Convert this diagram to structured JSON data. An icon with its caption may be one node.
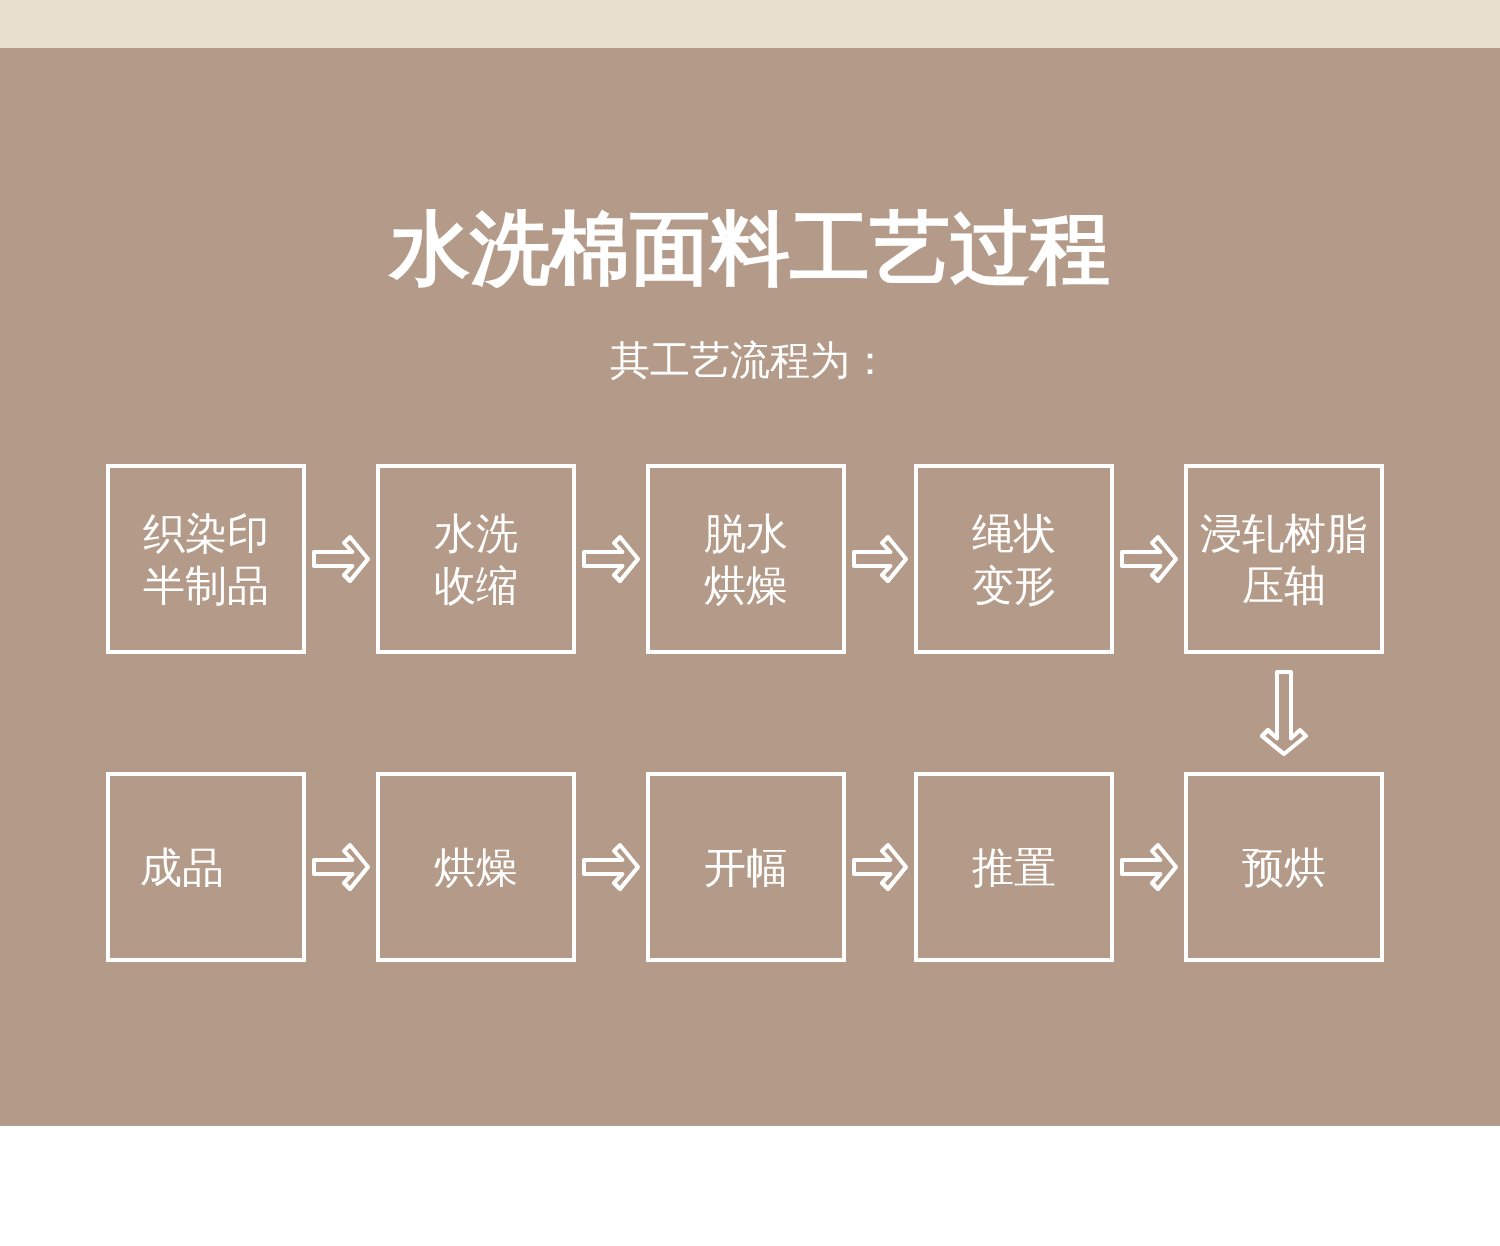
{
  "diagram": {
    "title": "水洗棉面料工艺过程",
    "nodes": [
      {
        "text": [
          "织染印半制品"
        ]
      },
      {
        "text": [
          "水洗收缩"
        ]
      },
      {
        "text": [
          "脱水烘燥"
        ]
      },
      {
        "text": [
          "绳状变形"
        ]
      },
      {
        "text": [
          "浸轧树脂压轴"
        ]
      },
      {
        "text": [
          "成品"
        ]
      },
      {
        "text": [
          "烘燥"
        ]
      },
      {
        "text": [
          "开幅"
        ]
      },
      {
        "text": [
          "推置"
        ]
      },
      {
        "text": [
          "预烘"
        ]
      }
    ],
    "edges": [
      {
        "from": 0,
        "to": 1,
        "arrow": "to"
      },
      {
        "from": 1,
        "to": 2,
        "arrow": "to"
      },
      {
        "from": 2,
        "to": 3,
        "arrow": "to"
      },
      {
        "from": 3,
        "to": 4,
        "arrow": "to"
      },
      {
        "from": 4,
        "to": 9,
        "arrow": "to"
      },
      {
        "from": 5,
        "to": 6,
        "arrow": "to"
      },
      {
        "from": 6,
        "to": 7,
        "arrow": "to"
      },
      {
        "from": 7,
        "to": 8,
        "arrow": "to"
      },
      {
        "from": 8,
        "to": 9,
        "arrow": "to"
      }
    ],
    "labels": [
      "其工艺流程为："
    ]
  }
}
